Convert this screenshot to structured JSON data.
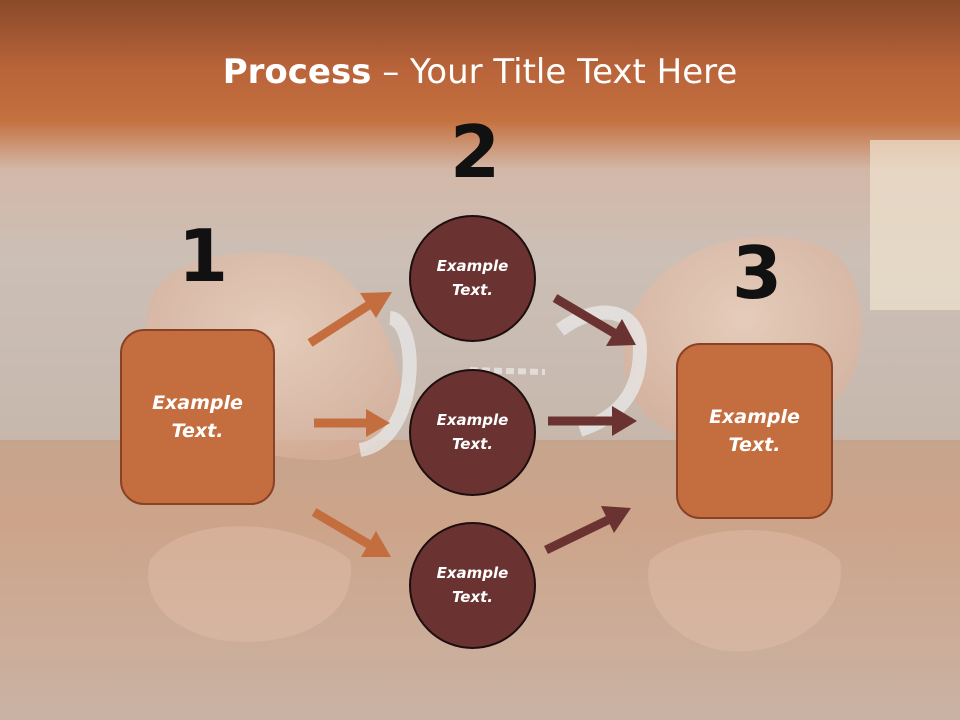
{
  "title": {
    "bold": "Process",
    "rest": " – Your Title Text Here"
  },
  "steps": [
    {
      "number": "1",
      "text_line1": "Example",
      "text_line2": "Text."
    },
    {
      "number": "2",
      "text_line1": "Example",
      "text_line2": "Text."
    },
    {
      "number": "3",
      "text_line1": "Example",
      "text_line2": "Text."
    }
  ],
  "circles": [
    {
      "text_line1": "Example",
      "text_line2": "Text."
    },
    {
      "text_line1": "Example",
      "text_line2": "Text."
    },
    {
      "text_line1": "Example",
      "text_line2": "Text."
    }
  ],
  "colors": {
    "left_arrows": "#c46e3f",
    "right_arrows": "#6b3232",
    "box_fill": "#c46e3f",
    "circle_fill": "#6b3232",
    "title_band": "#b9643a"
  }
}
